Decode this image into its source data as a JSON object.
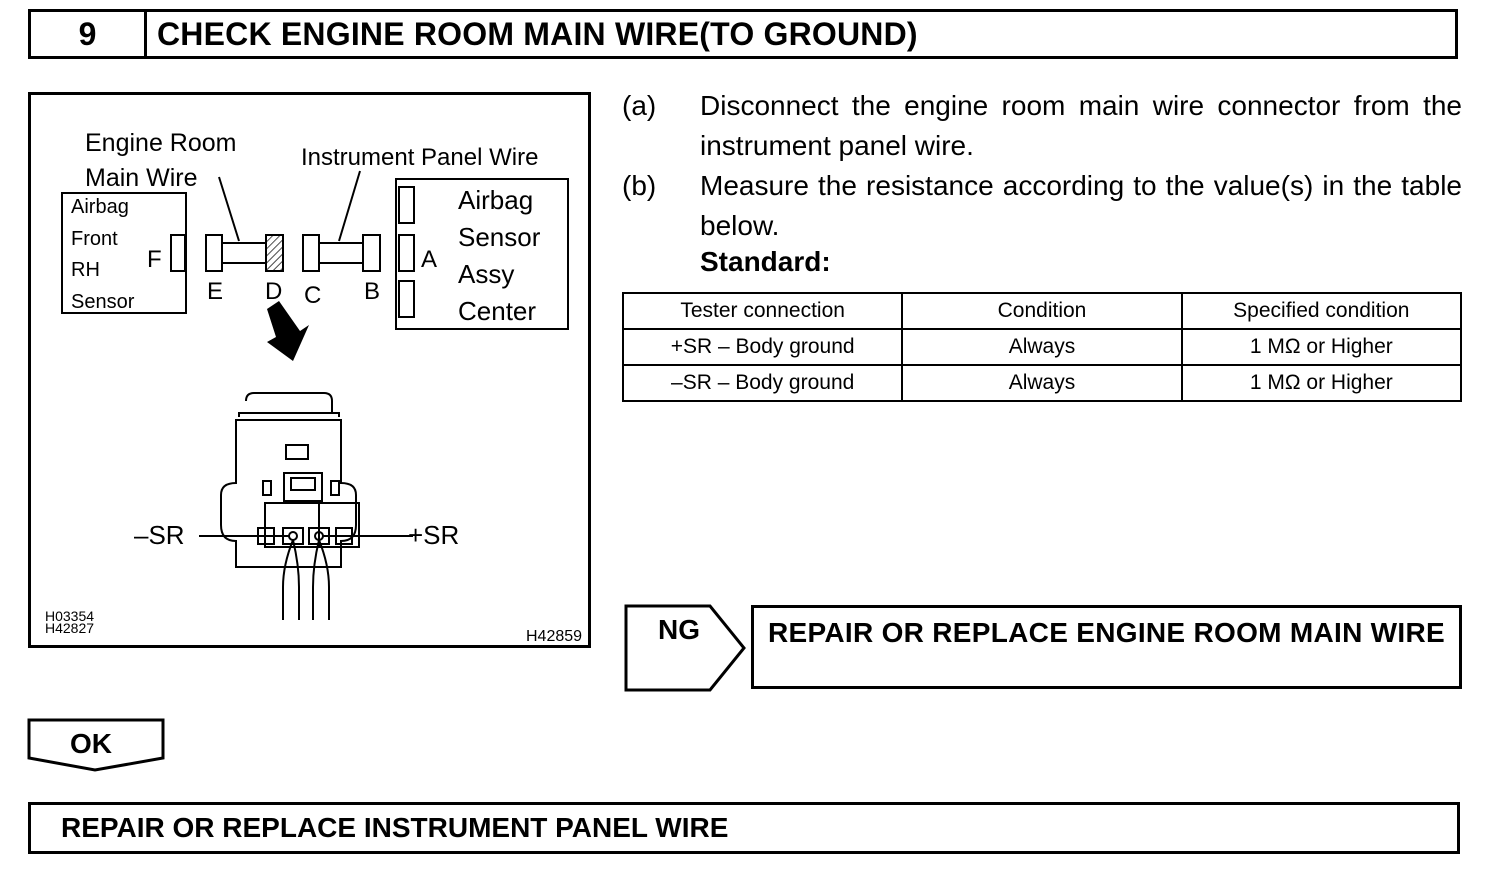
{
  "step": {
    "number": "9",
    "title": "CHECK ENGINE ROOM MAIN WIRE(TO GROUND)"
  },
  "diagram": {
    "label_engine_room_line1": "Engine Room",
    "label_engine_room_line2": "Main Wire",
    "label_instrument_panel": "Instrument Panel Wire",
    "front_sensor_lines": [
      "Airbag",
      "Front",
      "RH",
      "Sensor"
    ],
    "center_sensor_lines": [
      "Airbag",
      "Sensor",
      "Assy",
      "Center"
    ],
    "connector_letters": {
      "a": "A",
      "b": "B",
      "c": "C",
      "d": "D",
      "e": "E",
      "f": "F"
    },
    "terminal_minus": "–SR",
    "terminal_plus": "+SR",
    "figure_codes": [
      "H03354",
      "H42827"
    ],
    "figure_code_right": "H42859"
  },
  "instructions": [
    {
      "mark": "(a)",
      "text": "Disconnect the engine room main wire connector from the instrument panel wire."
    },
    {
      "mark": "(b)",
      "text": "Measure the resistance according to the value(s) in the table below."
    }
  ],
  "standard_label": "Standard:",
  "table": {
    "headers": [
      "Tester connection",
      "Condition",
      "Specified condition"
    ],
    "rows": [
      [
        "+SR – Body ground",
        "Always",
        "1 MΩ or Higher"
      ],
      [
        "–SR – Body ground",
        "Always",
        "1 MΩ or Higher"
      ]
    ]
  },
  "ng": {
    "label": "NG",
    "result": "REPAIR OR REPLACE ENGINE ROOM MAIN WIRE"
  },
  "ok": {
    "label": "OK",
    "result": "REPAIR OR REPLACE INSTRUMENT PANEL WIRE"
  }
}
